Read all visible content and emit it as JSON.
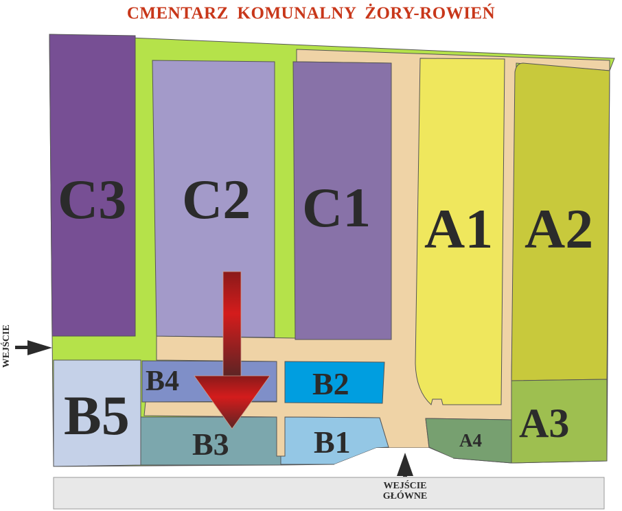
{
  "title": "CMENTARZ  KOMUNALNY  ŻORY-ROWIEŃ",
  "sections": {
    "C3": "C3",
    "C2": "C2",
    "C1": "C1",
    "A1": "A1",
    "A2": "A2",
    "A3": "A3",
    "A4": "A4",
    "B1": "B1",
    "B2": "B2",
    "B3": "B3",
    "B4": "B4",
    "B5": "B5"
  },
  "entrances": {
    "side": "WEJŚCIE",
    "main_line1": "WEJŚCIE",
    "main_line2": "GŁÓWNE"
  },
  "colors": {
    "grass": "#b5e24a",
    "path": "#efd3a6",
    "c3": "#774f94",
    "c2": "#a39ac9",
    "c1": "#8872a8",
    "a1": "#efe75d",
    "a2": "#c8c93c",
    "a3": "#9ebf50",
    "a4": "#77a070",
    "b1": "#94c7e5",
    "b2": "#009ee0",
    "b3": "#7ca7ad",
    "b4": "#7f8fc8",
    "b5": "#c5d1e8",
    "arrow": "#b11c1c",
    "title": "#c8371a"
  }
}
